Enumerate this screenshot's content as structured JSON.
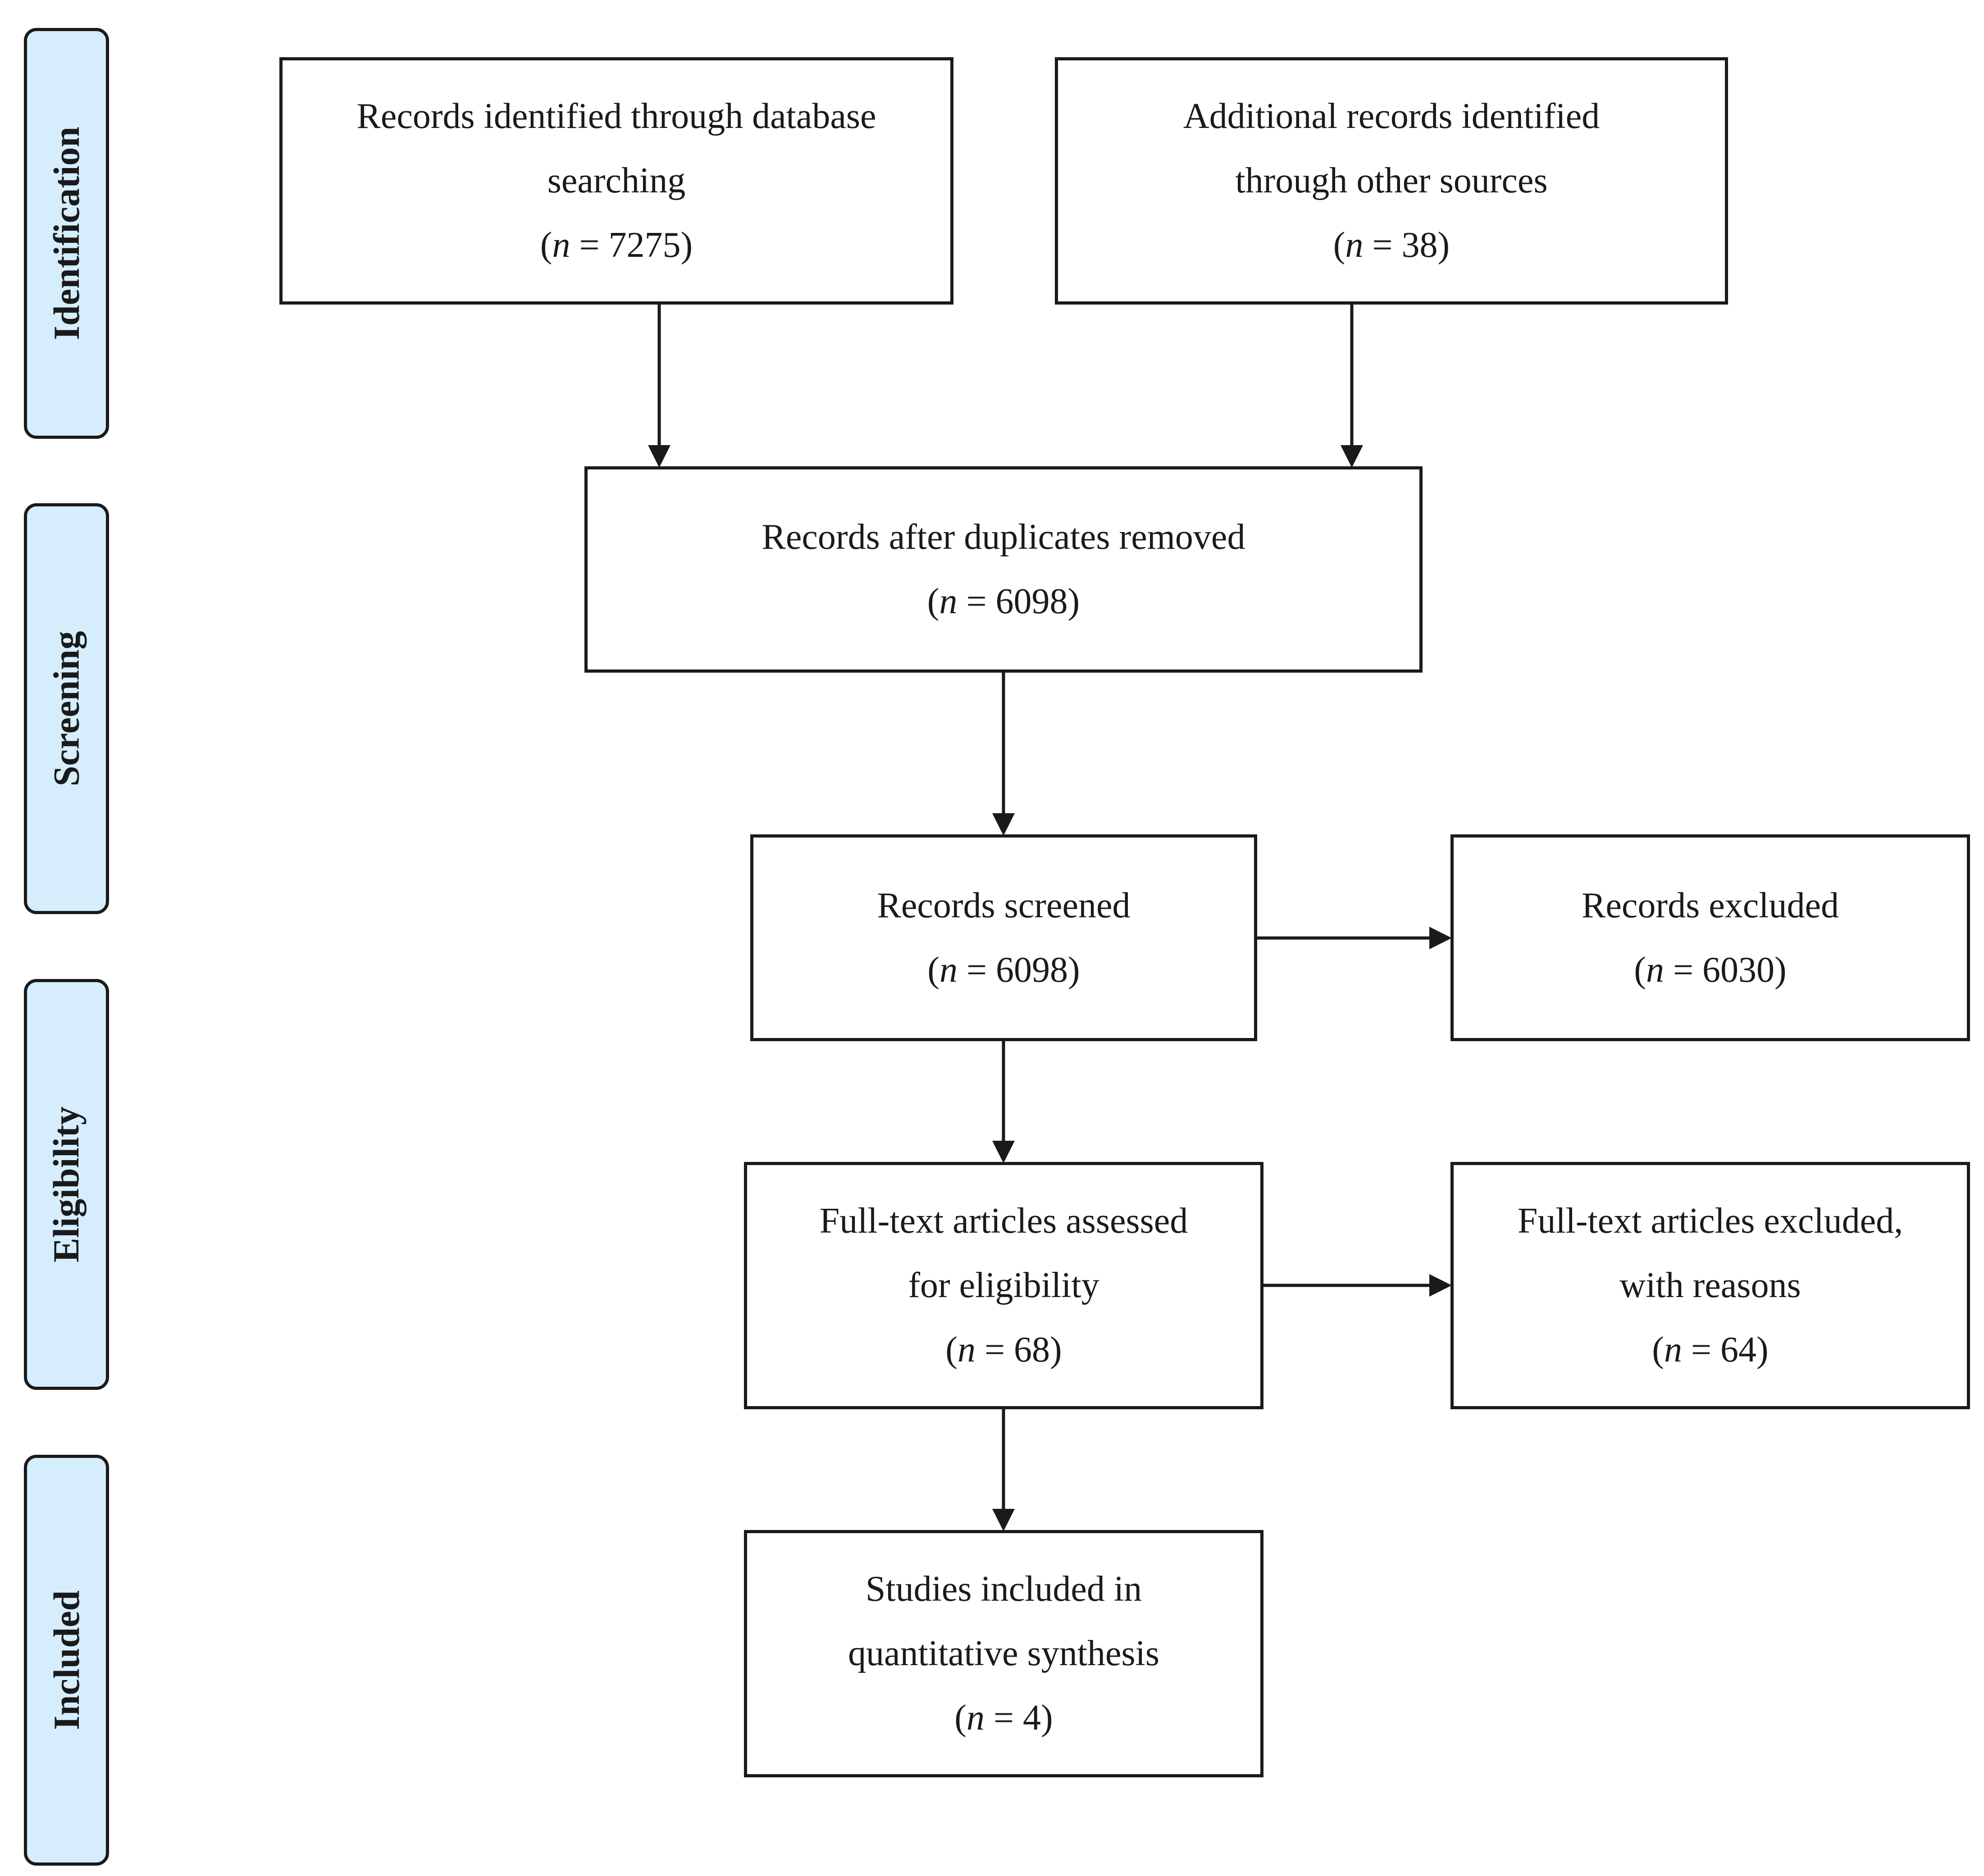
{
  "phases": {
    "identification": "Identification",
    "screening": "Screening",
    "eligibility": "Eligibility",
    "included": "Included"
  },
  "boxes": {
    "database_records": {
      "lines": [
        "Records identified through database",
        "searching"
      ],
      "n_prefix": "(",
      "n_var": "n",
      "n_value": " = 7275)"
    },
    "other_sources": {
      "lines": [
        "Additional records identified",
        "through other sources"
      ],
      "n_prefix": "(",
      "n_var": "n",
      "n_value": " = 38)"
    },
    "after_duplicates": {
      "lines": [
        "Records after duplicates removed"
      ],
      "n_prefix": "(",
      "n_var": "n",
      "n_value": " = 6098)"
    },
    "screened": {
      "lines": [
        "Records screened"
      ],
      "n_prefix": "(",
      "n_var": "n",
      "n_value": " = 6098)"
    },
    "excluded": {
      "lines": [
        "Records excluded"
      ],
      "n_prefix": "(",
      "n_var": "n",
      "n_value": " = 6030)"
    },
    "fulltext_assessed": {
      "lines": [
        "Full-text articles assessed",
        "for eligibility"
      ],
      "n_prefix": "(",
      "n_var": "n",
      "n_value": " = 68)"
    },
    "fulltext_excluded": {
      "lines": [
        "Full-text articles excluded,",
        "with reasons"
      ],
      "n_prefix": "(",
      "n_var": "n",
      "n_value": " = 64)"
    },
    "included_studies": {
      "lines": [
        "Studies included in",
        "quantitative synthesis"
      ],
      "n_prefix": "(",
      "n_var": "n",
      "n_value": " = 4)"
    }
  },
  "colors": {
    "phase_fill": "#d6edfd",
    "stroke": "#1a1a1a",
    "box_fill": "#ffffff"
  }
}
